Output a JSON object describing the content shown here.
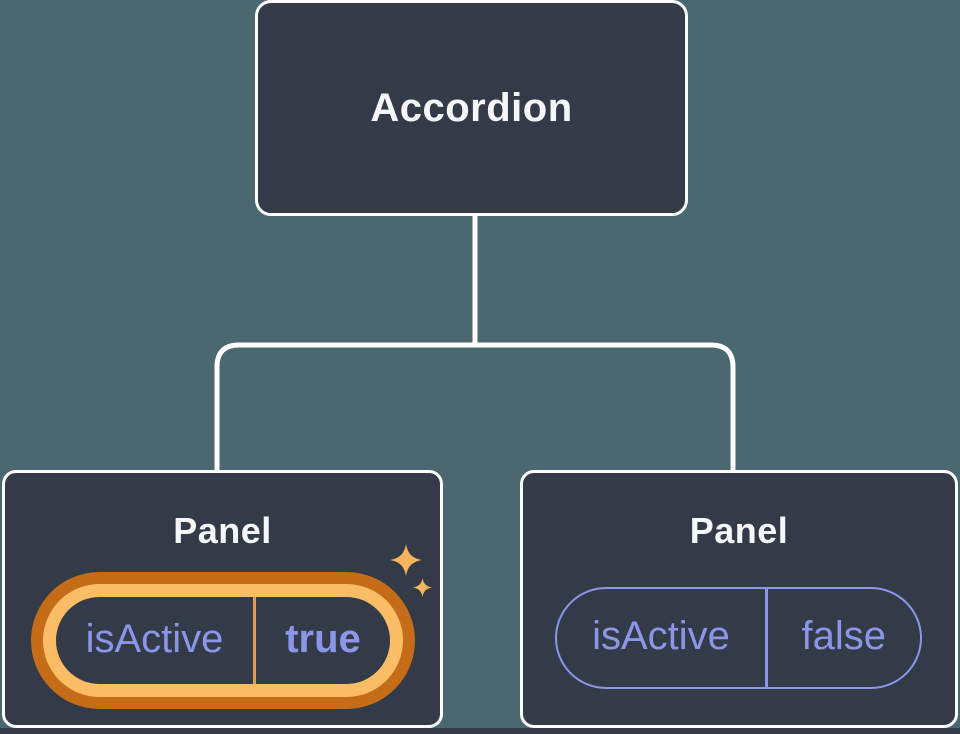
{
  "colors": {
    "background": "#4b6770",
    "node_fill": "#343b48",
    "node_border": "#ffffff",
    "connector_line": "#ffffff",
    "label_text": "#f6f7f9",
    "state_text": "#8b96e8",
    "state_pill_border": "#8b96e8",
    "highlight_ring_outer": "#c46c17",
    "highlight_ring_inner": "#fbbc66",
    "highlight_divider": "#dc9e52",
    "sparkle": "#f9b55e"
  },
  "tree": {
    "root": {
      "label": "Accordion"
    },
    "children": [
      {
        "label": "Panel",
        "state_name": "isActive",
        "state_value": "true",
        "highlighted": true,
        "sparkles": true
      },
      {
        "label": "Panel",
        "state_name": "isActive",
        "state_value": "false",
        "highlighted": false,
        "sparkles": false
      }
    ]
  }
}
